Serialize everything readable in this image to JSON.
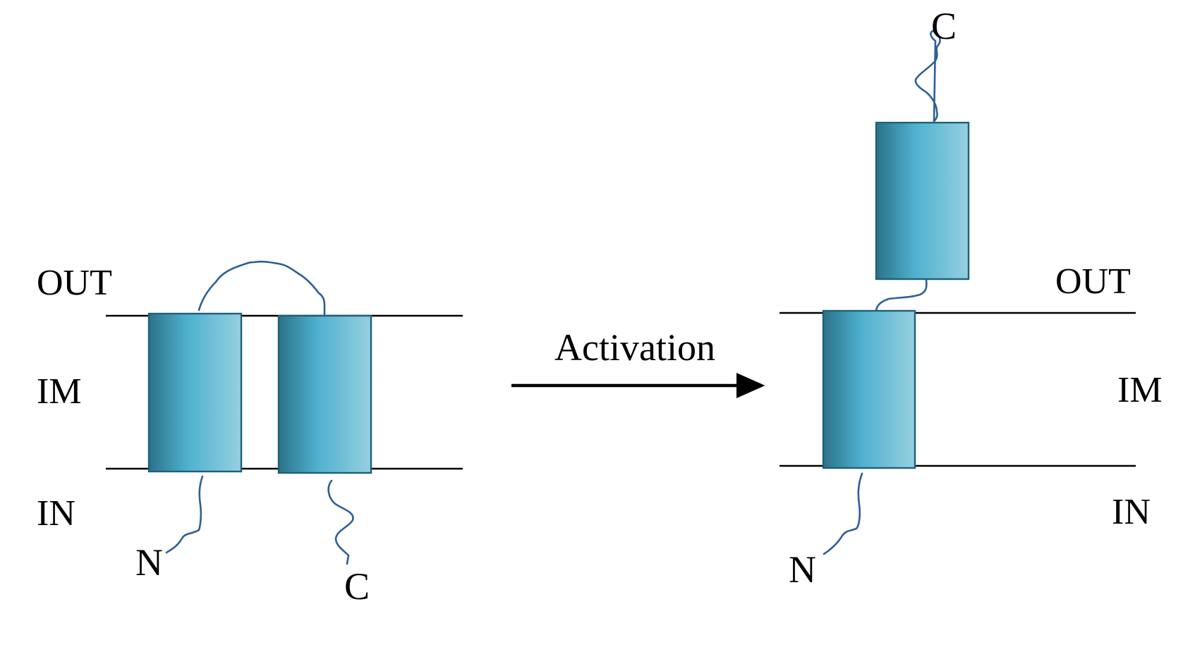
{
  "diagram": {
    "inactive_state": {
      "region_labels": {
        "outside": "OUT",
        "membrane": "IM",
        "inside": "IN"
      },
      "termini": {
        "n_terminus": "N",
        "c_terminus": "C"
      }
    },
    "transition": {
      "label": "Activation"
    },
    "active_state": {
      "region_labels": {
        "outside": "OUT",
        "membrane": "IM",
        "inside": "IN"
      },
      "termini": {
        "n_terminus": "N",
        "c_terminus": "C"
      }
    },
    "colors": {
      "helix_dark": "#2b7289",
      "helix_mid": "#4fb1cf",
      "helix_light": "#95d0e0",
      "helix_border": "#1f5f7a",
      "chain": "#2e5f96",
      "line": "#000000"
    }
  }
}
